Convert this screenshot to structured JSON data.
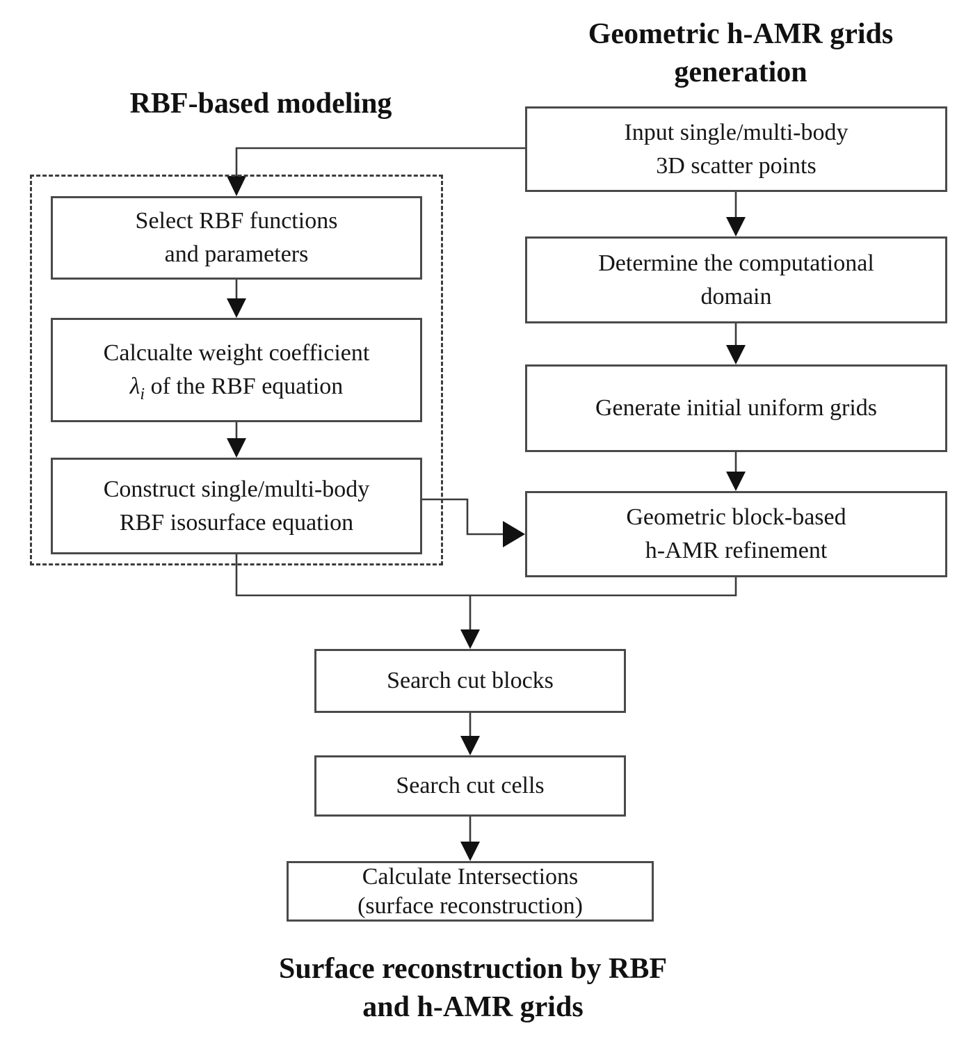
{
  "diagram": {
    "left_title": "RBF-based modeling",
    "right_title": {
      "line1": "Geometric h-AMR grids",
      "line2": "generation"
    },
    "footer_title": {
      "line1": "Surface reconstruction by RBF",
      "line2": "and h-AMR grids"
    },
    "boxes": {
      "input": {
        "line1": "Input single/multi-body",
        "line2": "3D scatter points"
      },
      "determine": {
        "line1": "Determine the computational",
        "line2": "domain"
      },
      "generate": {
        "line1": "Generate initial uniform grids"
      },
      "refine": {
        "line1": "Geometric block-based",
        "line2": "h-AMR refinement"
      },
      "select": {
        "line1": "Select RBF functions",
        "line2": "and parameters"
      },
      "calculate": {
        "line1": "Calcualte weight coefficient",
        "lambda": "λ",
        "lambda_sub": "i",
        "line2_rest": " of the RBF equation"
      },
      "construct": {
        "line1": "Construct single/multi-body",
        "line2": "RBF isosurface equation"
      },
      "search_blocks": {
        "line1": "Search cut blocks"
      },
      "search_cells": {
        "line1": "Search cut cells"
      },
      "intersections": {
        "line1": "Calculate Intersections",
        "line2": "(surface reconstruction)"
      }
    },
    "colors": {
      "line": "#3a3a3a",
      "box_border": "#4a4a4a",
      "text": "#161616",
      "background": "#ffffff"
    }
  }
}
